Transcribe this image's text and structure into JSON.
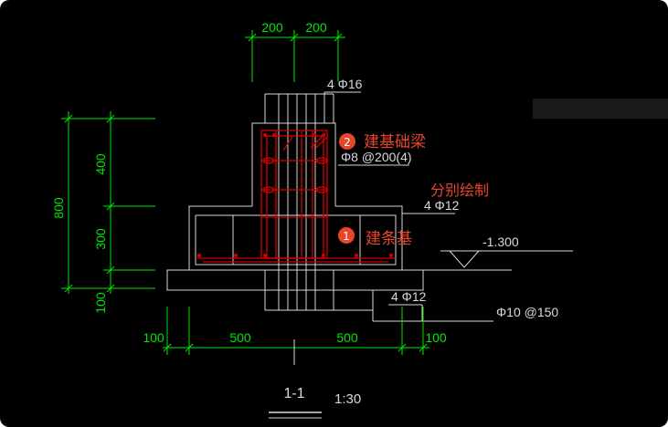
{
  "colors": {
    "background": "#000000",
    "outline": "#d9d9d9",
    "dimension": "#00e600",
    "rebar": "#d10000",
    "callout_text": "#e8462c",
    "badge_fill": "#e8462c",
    "badge_text": "#ffffff"
  },
  "dimensions": {
    "top_left": "200",
    "top_right": "200",
    "total_height": "800",
    "upper_height": "400",
    "lower_height": "300",
    "pad_height": "100",
    "bottom_edge_left": "100",
    "bottom_left": "500",
    "bottom_right": "500",
    "bottom_edge_right": "100"
  },
  "rebar_labels": {
    "beam_top": "4 Φ16",
    "stirrup": "Φ8 @200(4)",
    "footing_top": "4 Φ12",
    "footing_bottom": "4 Φ12",
    "distribution": "Φ10 @150"
  },
  "elevation": {
    "label": "-1.300"
  },
  "callouts": [
    {
      "badge": "2",
      "text": "建基础梁"
    },
    {
      "badge": "1",
      "text": "建条基"
    }
  ],
  "note": "分别绘制",
  "section": {
    "name": "1-1",
    "scale": "1:30"
  }
}
